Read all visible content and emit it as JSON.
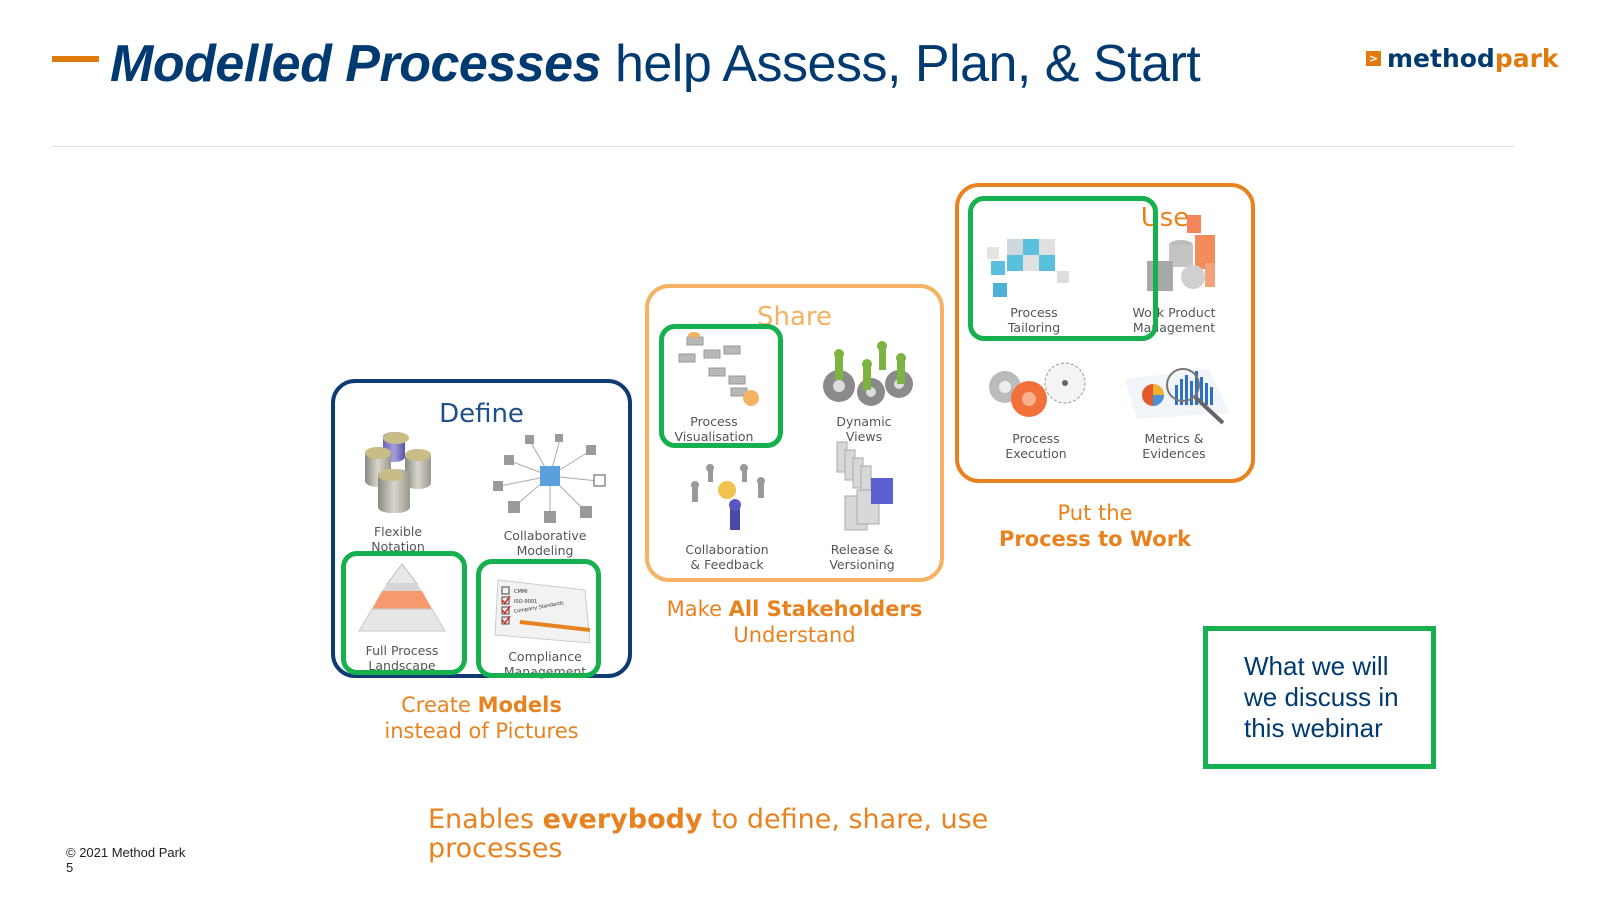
{
  "header": {
    "title_emphasis": "Modelled Processes",
    "title_rest": " help Assess, Plan, & Start",
    "logo": {
      "icon": "chevron-right-icon",
      "part1": "method",
      "part2": "park"
    }
  },
  "colors": {
    "navy": "#003a70",
    "orange": "#e8821e",
    "light_orange": "#f5b264",
    "highlight_green": "#17b04e",
    "define_border": "#0f3a73"
  },
  "panels": {
    "define": {
      "heading": "Define",
      "items": [
        {
          "label_1": "Flexible",
          "label_2": "Notation",
          "icon": "database-cylinders-icon",
          "highlighted": false
        },
        {
          "label_1": "Collaborative",
          "label_2": "Modeling",
          "icon": "network-hub-icon",
          "highlighted": false
        },
        {
          "label_1": "Full Process",
          "label_2": "Landscape",
          "icon": "pyramid-icon",
          "highlighted": true
        },
        {
          "label_1": "Compliance",
          "label_2": "Management",
          "icon": "checklist-icon",
          "highlighted": true
        }
      ],
      "checklist_lines": [
        "CMMI",
        "ISO-9001",
        "Company Standards"
      ],
      "caption_pre": "Create ",
      "caption_bold": "Models",
      "caption_line2": "instead of Pictures"
    },
    "share": {
      "heading": "Share",
      "items": [
        {
          "label_1": "Process",
          "label_2": "Visualisation",
          "icon": "flowchart-icon",
          "highlighted": true
        },
        {
          "label_1": "Dynamic",
          "label_2": "Views",
          "icon": "gears-pawns-icon",
          "highlighted": false
        },
        {
          "label_1": "Collaboration",
          "label_2": "& Feedback",
          "icon": "people-circle-icon",
          "highlighted": false
        },
        {
          "label_1": "Release &",
          "label_2": "Versioning",
          "icon": "document-stack-icon",
          "highlighted": false
        }
      ],
      "caption_pre": "Make ",
      "caption_bold": "All Stakeholders",
      "caption_line2": "Understand"
    },
    "use": {
      "heading": "Use",
      "items": [
        {
          "label_1": "Process",
          "label_2": "Tailoring",
          "icon": "cubes-icon",
          "highlighted": true
        },
        {
          "label_1": "Work Product",
          "label_2": "Management",
          "icon": "shapes-documents-icon",
          "highlighted": false
        },
        {
          "label_1": "Process",
          "label_2": "Execution",
          "icon": "gears-icon",
          "highlighted": false
        },
        {
          "label_1": "Metrics &",
          "label_2": "Evidences",
          "icon": "magnifier-chart-icon",
          "highlighted": false
        }
      ],
      "caption_line1": "Put the",
      "caption_bold": "Process to Work"
    }
  },
  "callout": {
    "line1": "What we will",
    "line2": "we discuss in",
    "line3": "this webinar"
  },
  "footer": {
    "tagline_pre": "Enables ",
    "tagline_bold": "everybody",
    "tagline_post": " to define, share, use processes",
    "copyright": "© 2021 Method Park",
    "page_number": "5"
  }
}
